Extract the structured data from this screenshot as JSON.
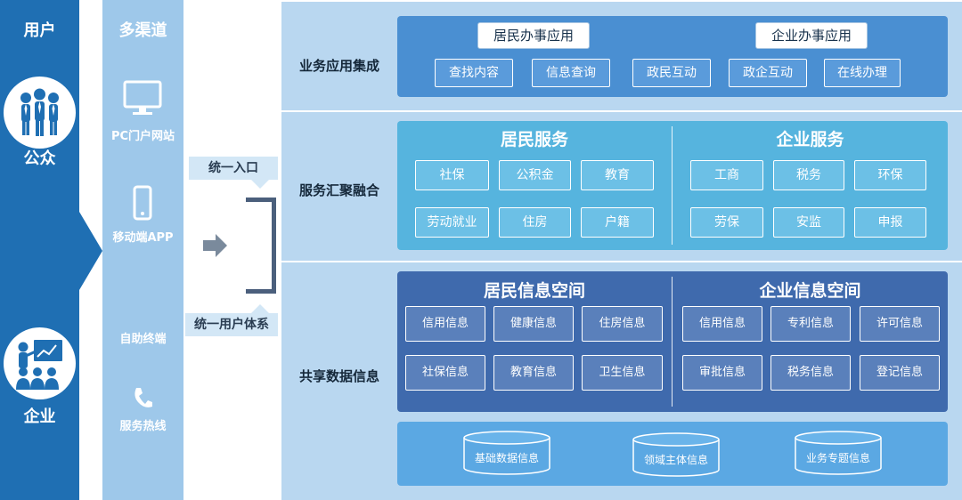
{
  "user_column": {
    "title": "用户",
    "groups": [
      {
        "label": "公众",
        "icon": "people-icon"
      },
      {
        "label": "企业",
        "icon": "presentation-icon"
      }
    ]
  },
  "channel_column": {
    "title": "多渠道",
    "items": [
      {
        "label": "PC门户网站",
        "icon": "monitor-icon"
      },
      {
        "label": "移动端APP",
        "icon": "smartphone-icon"
      },
      {
        "label": "自助终端",
        "icon": ""
      },
      {
        "label": "服务热线",
        "icon": "phone-icon"
      }
    ]
  },
  "connector": {
    "top_label": "统一入口",
    "bottom_label": "统一用户体系"
  },
  "layers": {
    "app": {
      "label": "业务应用集成",
      "resident_title": "居民办事应用",
      "enterprise_title": "企业办事应用",
      "items": [
        "查找内容",
        "信息查询",
        "政民互动",
        "政企互动",
        "在线办理"
      ]
    },
    "service": {
      "label": "服务汇聚融合",
      "resident": {
        "title": "居民服务",
        "items": [
          "社保",
          "公积金",
          "教育",
          "劳动就业",
          "住房",
          "户籍"
        ]
      },
      "enterprise": {
        "title": "企业服务",
        "items": [
          "工商",
          "税务",
          "环保",
          "劳保",
          "安监",
          "申报"
        ]
      }
    },
    "info": {
      "label": "共享数据信息",
      "resident": {
        "title": "居民信息空间",
        "items": [
          "信用信息",
          "健康信息",
          "住房信息",
          "社保信息",
          "教育信息",
          "卫生信息"
        ]
      },
      "enterprise": {
        "title": "企业信息空间",
        "items": [
          "信用信息",
          "专利信息",
          "许可信息",
          "审批信息",
          "税务信息",
          "登记信息"
        ]
      },
      "databases": [
        "基础数据信息",
        "领域主体信息",
        "业务专题信息"
      ]
    }
  },
  "colors": {
    "user_blue": "#1f6fb3",
    "channel_blue": "#9ec8ea",
    "panel_blue": "#b9d7f0",
    "app_blue": "#4a8fd2",
    "service_cyan": "#56b4de",
    "info_navy": "#3f6aad",
    "data_blue": "#5ba8e3"
  }
}
